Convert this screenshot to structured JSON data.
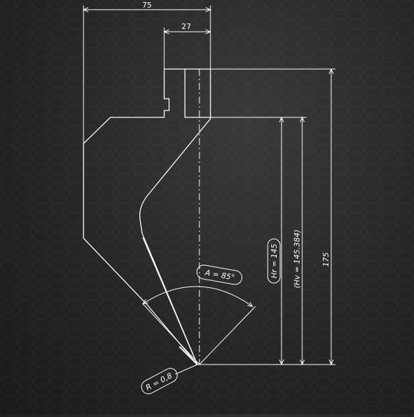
{
  "dimensions": {
    "overall_width": "75",
    "tip_offset": "27",
    "height_total": "175",
    "height_hr": "Hr = 145",
    "height_hv": "(Hv = 145.384)"
  },
  "callouts": {
    "angle": "A = 85°",
    "radius": "R = 0,8"
  },
  "colors": {
    "line": "#ffffff",
    "background": "#2b2b2b"
  }
}
